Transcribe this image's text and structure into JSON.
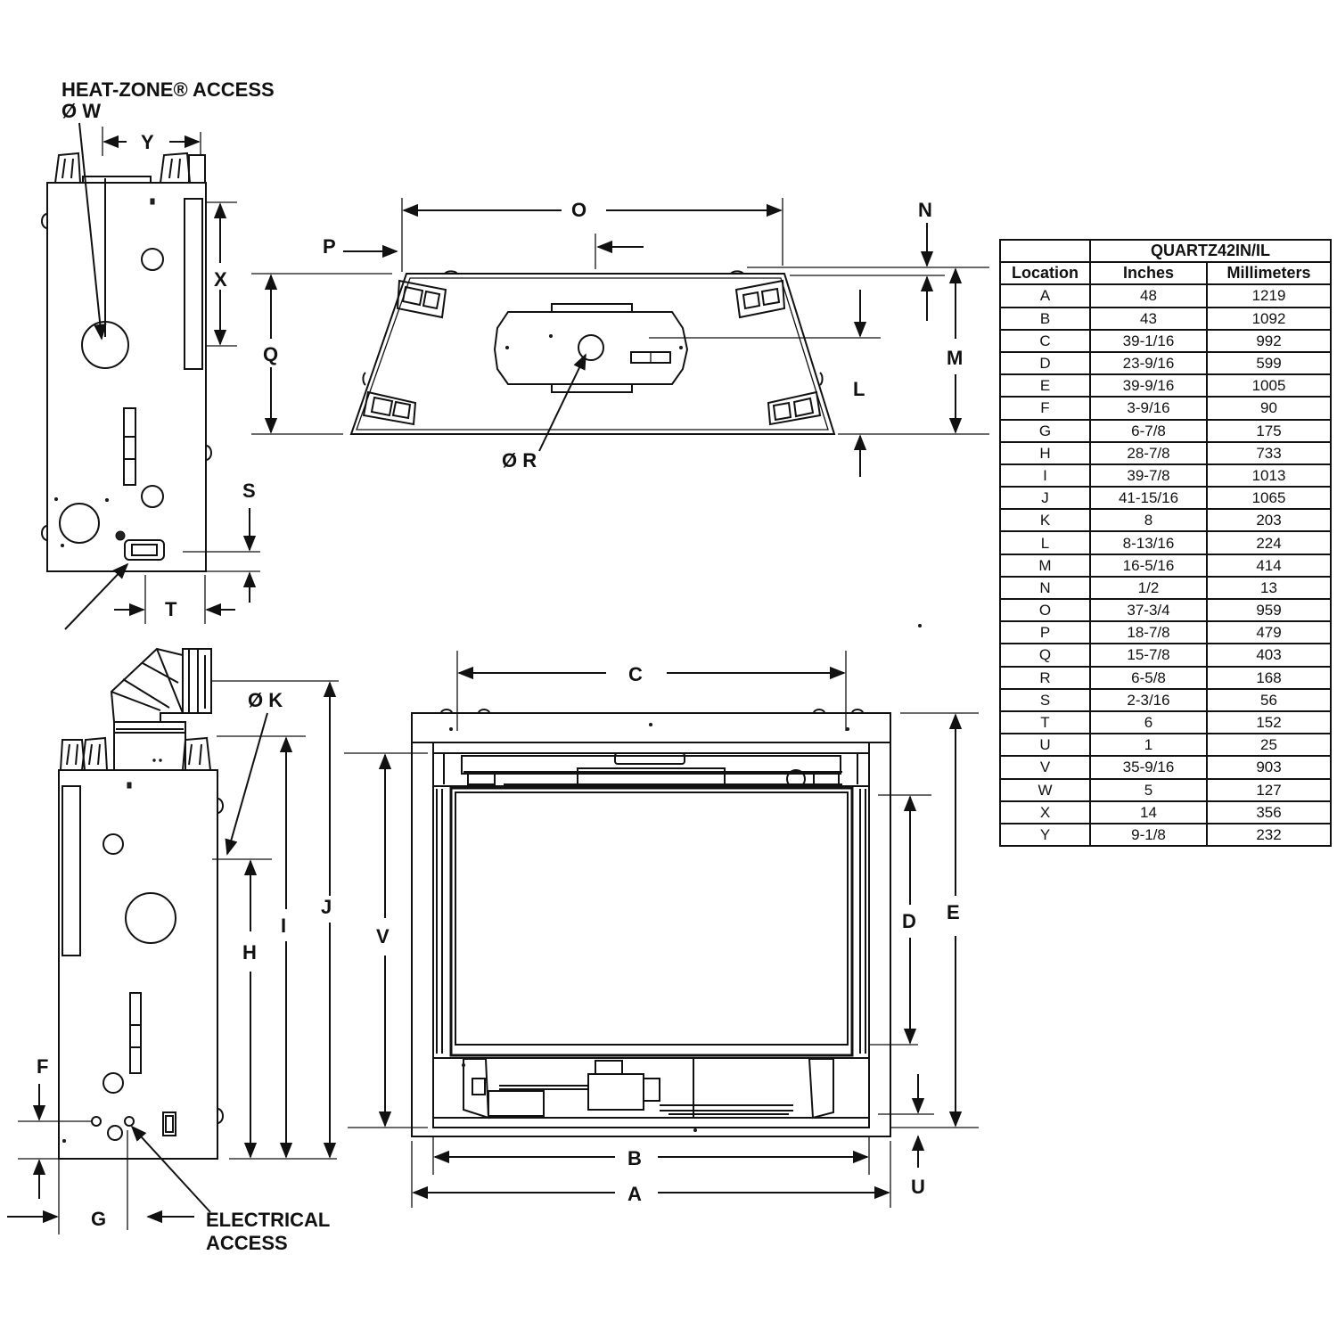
{
  "callouts": {
    "heat_zone": "HEAT-ZONE® ACCESS",
    "heat_zone_dia": "Ø W",
    "electrical_line1": "ELECTRICAL",
    "electrical_line2": "ACCESS",
    "dia_r": "Ø R",
    "dia_k": "Ø K"
  },
  "dims": {
    "A": "A",
    "B": "B",
    "C": "C",
    "D": "D",
    "E": "E",
    "F": "F",
    "G": "G",
    "H": "H",
    "I": "I",
    "J": "J",
    "L": "L",
    "M": "M",
    "N": "N",
    "O": "O",
    "P": "P",
    "Q": "Q",
    "S": "S",
    "T": "T",
    "U": "U",
    "V": "V",
    "X": "X",
    "Y": "Y"
  },
  "table": {
    "model": "QUARTZ42IN/IL",
    "headers": [
      "Location",
      "Inches",
      "Millimeters"
    ],
    "rows": [
      [
        "A",
        "48",
        "1219"
      ],
      [
        "B",
        "43",
        "1092"
      ],
      [
        "C",
        "39-1/16",
        "992"
      ],
      [
        "D",
        "23-9/16",
        "599"
      ],
      [
        "E",
        "39-9/16",
        "1005"
      ],
      [
        "F",
        "3-9/16",
        "90"
      ],
      [
        "G",
        "6-7/8",
        "175"
      ],
      [
        "H",
        "28-7/8",
        "733"
      ],
      [
        "I",
        "39-7/8",
        "1013"
      ],
      [
        "J",
        "41-15/16",
        "1065"
      ],
      [
        "K",
        "8",
        "203"
      ],
      [
        "L",
        "8-13/16",
        "224"
      ],
      [
        "M",
        "16-5/16",
        "414"
      ],
      [
        "N",
        "1/2",
        "13"
      ],
      [
        "O",
        "37-3/4",
        "959"
      ],
      [
        "P",
        "18-7/8",
        "479"
      ],
      [
        "Q",
        "15-7/8",
        "403"
      ],
      [
        "R",
        "6-5/8",
        "168"
      ],
      [
        "S",
        "2-3/16",
        "56"
      ],
      [
        "T",
        "6",
        "152"
      ],
      [
        "U",
        "1",
        "25"
      ],
      [
        "V",
        "35-9/16",
        "903"
      ],
      [
        "W",
        "5",
        "127"
      ],
      [
        "X",
        "14",
        "356"
      ],
      [
        "Y",
        "9-1/8",
        "232"
      ]
    ]
  }
}
